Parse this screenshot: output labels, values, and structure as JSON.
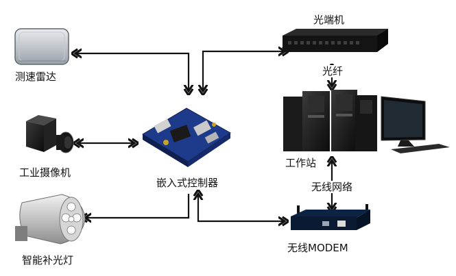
{
  "diagram": {
    "nodes": {
      "speed_radar": {
        "label": "测速雷达"
      },
      "industrial_camera": {
        "label": "工业摄像机"
      },
      "smart_fill_light": {
        "label": "智能补光灯"
      },
      "embedded_controller": {
        "label": "嵌入式控制器"
      },
      "optical_transceiver": {
        "label": "光端机"
      },
      "workstation": {
        "label": "工作站"
      },
      "wireless_modem": {
        "label": "无线MODEM"
      }
    },
    "links": {
      "fiber": {
        "label": "光纤"
      },
      "wireless_network": {
        "label": "无线网络"
      }
    }
  }
}
